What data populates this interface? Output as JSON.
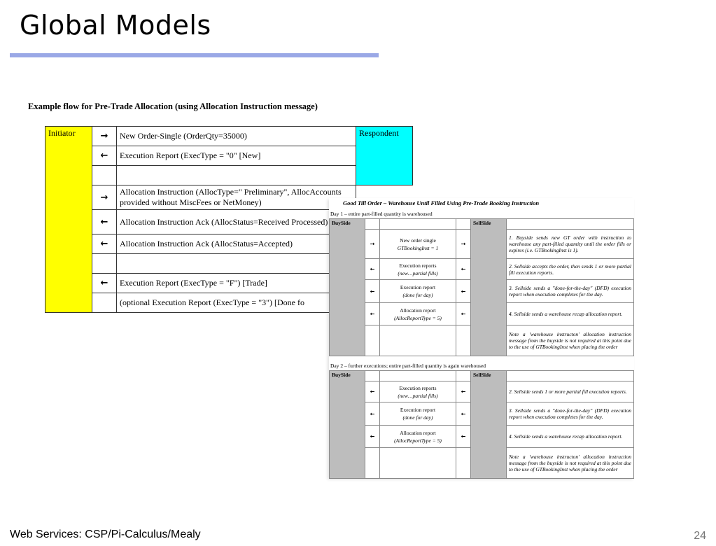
{
  "slide": {
    "title": "Global Models",
    "footer": "Web Services: CSP/Pi-Calculus/Mealy",
    "page_number": "24",
    "accent_color": "#9aa8e6"
  },
  "doc_a": {
    "heading": "Example flow for Pre-Trade Allocation (using Allocation Instruction message)",
    "initiator": "Initiator",
    "respondent": "Respondent",
    "rows": [
      {
        "arrow": "→",
        "text": "New Order-Single (OrderQty=35000)"
      },
      {
        "arrow": "←",
        "text": "Execution Report (ExecType = \"0\" [New]"
      },
      {
        "arrow": "",
        "text": ""
      },
      {
        "arrow": "→",
        "text": "Allocation Instruction (AllocType=\" Preliminary\", AllocAccounts provided without MiscFees or NetMoney)"
      },
      {
        "arrow": "←",
        "text": "Allocation Instruction Ack (AllocStatus=Received Processed)"
      },
      {
        "arrow": "←",
        "text": "Allocation Instruction Ack (AllocStatus=Accepted)"
      },
      {
        "arrow": "",
        "text": ""
      },
      {
        "arrow": "←",
        "text": "Execution Report (ExecType = \"F\") [Trade]"
      },
      {
        "arrow": "",
        "text": "(optional Execution Report (ExecType = \"3\") [Done fo"
      }
    ]
  },
  "doc_b": {
    "heading": "Good Till Order – Warehouse Until Filled Using Pre-Trade Booking Instruction",
    "buyside": "BuySide",
    "sellside": "SellSide",
    "day1": {
      "label": "Day 1 – entire part-filled quantity is warehoused",
      "rows": [
        {
          "left_arrow": "→",
          "msg": "New order single",
          "sub": "GTBookingInst = 1",
          "right_arrow": "→",
          "desc": "1. Buyside sends new GT order with instruction to warehouse any part-filled quantity until the order fills or expires (i.e. GTBookingInst is 1)."
        },
        {
          "left_arrow": "←",
          "msg": "Execution reports",
          "sub": "(new…partial fills)",
          "right_arrow": "←",
          "desc": "2. Sellside accepts the order, then sends 1 or more partial fill execution reports."
        },
        {
          "left_arrow": "←",
          "msg": "Execution report",
          "sub": "(done for day)",
          "right_arrow": "←",
          "desc": "3. Sellside sends a \"done-for-the-day\" (DFD) execution report when execution completes for the day."
        },
        {
          "left_arrow": "←",
          "msg": "Allocation report",
          "sub": "(AllocReportType = 5)",
          "right_arrow": "←",
          "desc": "4. Sellside sends a warehouse recap allocation report."
        }
      ],
      "note": "Note a 'warehouse instructon' allocation instruction message from the buyside is not required at this point due to the use of GTBookingInst when placing the order"
    },
    "day2": {
      "label": "Day 2 – further executions; entire part-filled quantity is again warehoused",
      "rows": [
        {
          "left_arrow": "←",
          "msg": "Execution reports",
          "sub": "(new…partial fills)",
          "right_arrow": "←",
          "desc": "2. Sellside sends 1 or more partial fill execution reports."
        },
        {
          "left_arrow": "←",
          "msg": "Execution report",
          "sub": "(done for day)",
          "right_arrow": "←",
          "desc": "3. Sellside sends a \"done-for-the-day\" (DFD) execution report when execution completes for the day."
        },
        {
          "left_arrow": "←",
          "msg": "Allocation report",
          "sub": "(AllocReportType = 5)",
          "right_arrow": "←",
          "desc": "4. Sellside sends a warehouse recap allocation report."
        }
      ],
      "note": "Note a 'warehouse instructon' allocation instruction message from the buyside is not required at this point due to the use of GTBookingInst when placing the order"
    }
  }
}
